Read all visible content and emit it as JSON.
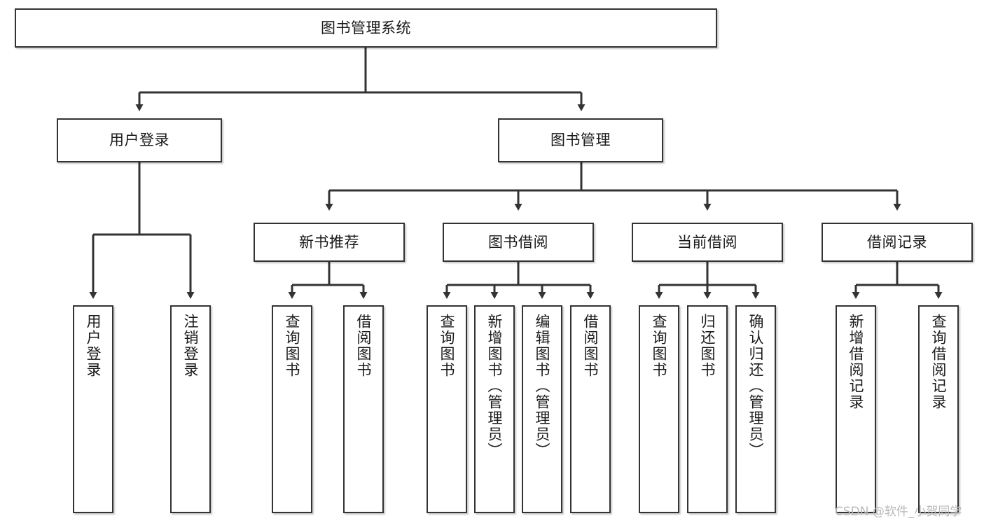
{
  "diagram": {
    "type": "tree",
    "title": "图书管理系统",
    "root": {
      "label": "图书管理系统"
    },
    "level2": [
      {
        "label": "用户登录"
      },
      {
        "label": "图书管理"
      }
    ],
    "level3": [
      {
        "label": "新书推荐"
      },
      {
        "label": "图书借阅"
      },
      {
        "label": "当前借阅"
      },
      {
        "label": "借阅记录"
      }
    ],
    "leaves": {
      "user_login": [
        {
          "label": "用户登录"
        },
        {
          "label": "注销登录"
        }
      ],
      "new_book_recommend": [
        {
          "label": "查询图书"
        },
        {
          "label": "借阅图书"
        }
      ],
      "book_borrow": [
        {
          "label": "查询图书"
        },
        {
          "label": "新增图书（管理员）"
        },
        {
          "label": "编辑图书（管理员）"
        },
        {
          "label": "借阅图书"
        }
      ],
      "current_borrow": [
        {
          "label": "查询图书"
        },
        {
          "label": "归还图书"
        },
        {
          "label": "确认归还（管理员）"
        }
      ],
      "borrow_record": [
        {
          "label": "新增借阅记录"
        },
        {
          "label": "查询借阅记录"
        }
      ]
    }
  },
  "watermark": {
    "text": "CSDN @软件_小贺同学"
  },
  "colors": {
    "border": "#333333",
    "background": "#ffffff",
    "text": "#1a1a1a",
    "watermark": "#b9b9b9"
  }
}
